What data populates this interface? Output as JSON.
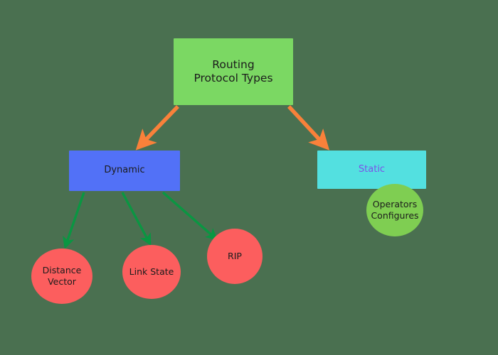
{
  "diagram": {
    "background_color": "#4a7050",
    "title_text": "Routing Protocol Types",
    "nodes": {
      "root": {
        "label": "Routing\nProtocol Types",
        "shape": "rectangle",
        "fill": "#7bd863",
        "text_color": "#1c1c1c"
      },
      "dynamic": {
        "label": "Dynamic",
        "shape": "rectangle",
        "fill": "#5271f7",
        "text_color": "#1c1c1c"
      },
      "static": {
        "label": "Static",
        "shape": "rectangle",
        "fill": "#53e0e0",
        "text_color": "#7b52e8"
      },
      "operators": {
        "label": "Operators\nConfigures",
        "shape": "circle",
        "fill": "#7fce52",
        "text_color": "#1c1c1c"
      },
      "distance_vector": {
        "label": "Distance\nVector",
        "shape": "circle",
        "fill": "#fc5e5e",
        "text_color": "#1c1c1c"
      },
      "link_state": {
        "label": "Link State",
        "shape": "circle",
        "fill": "#fc5e5e",
        "text_color": "#1c1c1c"
      },
      "rip": {
        "label": "RIP",
        "shape": "circle",
        "fill": "#fc5e5e",
        "text_color": "#1c1c1c"
      }
    },
    "edges": [
      {
        "from": "root",
        "to": "dynamic",
        "color": "#f9813a",
        "arrowhead": true
      },
      {
        "from": "root",
        "to": "static",
        "color": "#f9813a",
        "arrowhead": true
      },
      {
        "from": "dynamic",
        "to": "distance_vector",
        "color": "#0a9642",
        "arrowhead": true
      },
      {
        "from": "dynamic",
        "to": "link_state",
        "color": "#0a9642",
        "arrowhead": true
      },
      {
        "from": "dynamic",
        "to": "rip",
        "color": "#0a9642",
        "arrowhead": true
      }
    ]
  }
}
